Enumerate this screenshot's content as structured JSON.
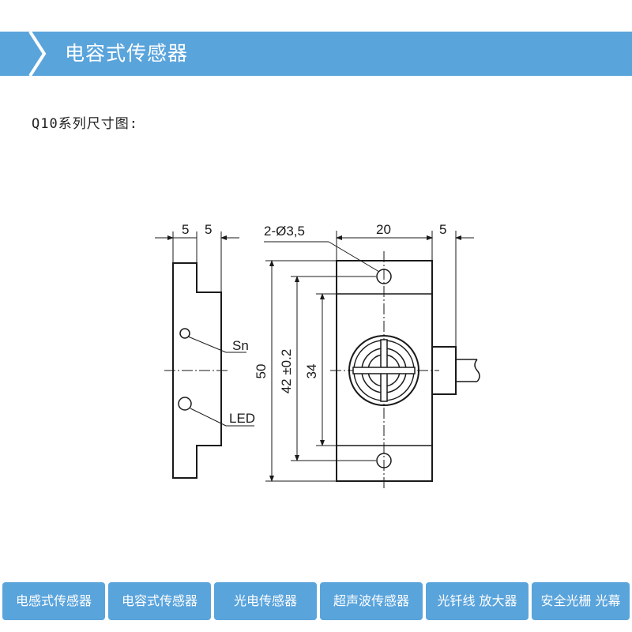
{
  "header": {
    "title": "电容式传感器"
  },
  "subtitle": "Q10系列尺寸图:",
  "drawing": {
    "dim_5_left": "5",
    "dim_5_mid": "5",
    "hole_label": "2-Ø3,5",
    "dim_20": "20",
    "dim_5_right": "5",
    "dim_50": "50",
    "dim_42": "42 ±0.2",
    "dim_34": "34",
    "label_sn": "Sn",
    "label_led": "LED"
  },
  "nav": [
    {
      "label": "电感式传感器"
    },
    {
      "label": "电容式传感器"
    },
    {
      "label": "光电传感器"
    },
    {
      "label": "超声波传感器"
    },
    {
      "label": "光钎线 放大器"
    },
    {
      "label": "安全光栅 光幕"
    }
  ],
  "colors": {
    "accent": "#5aa4dc",
    "line": "#1a1a1a"
  }
}
